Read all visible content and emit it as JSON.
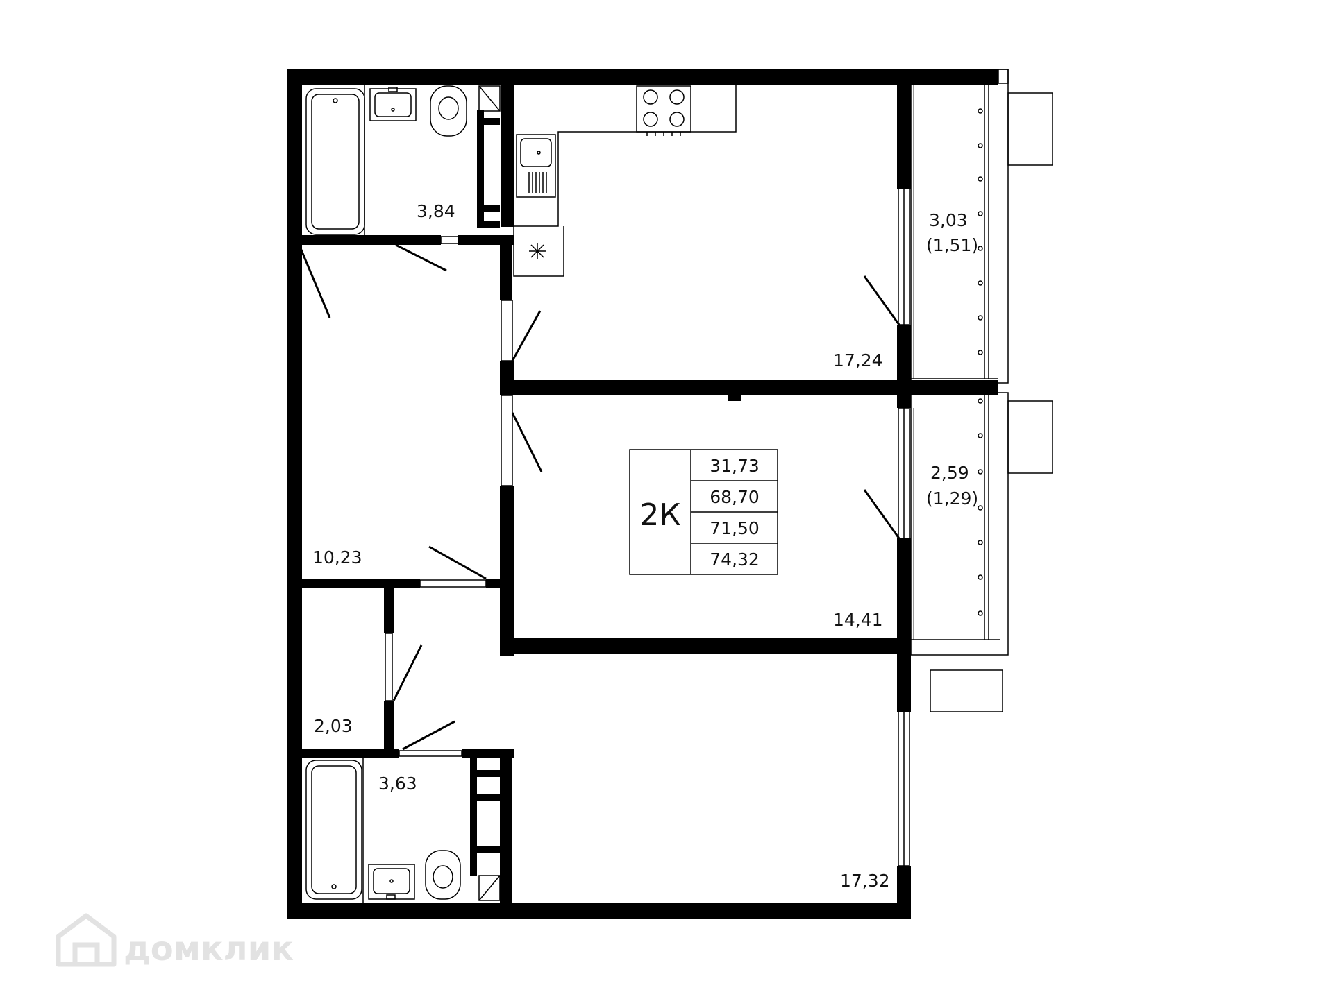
{
  "rooms": {
    "bathroom_1": "3,84",
    "kitchen": "17,24",
    "balcony_1_area": "3,03",
    "balcony_1_reduced": "(1,51)",
    "hall": "10,23",
    "bedroom_1": "14,41",
    "balcony_2_area": "2,59",
    "balcony_2_reduced": "(1,29)",
    "storage": "2,03",
    "bathroom_2": "3,63",
    "bedroom_2": "17,32"
  },
  "summary": {
    "rooms_label": "2К",
    "values": [
      "31,73",
      "68,70",
      "71,50",
      "74,32"
    ]
  },
  "watermark": {
    "text": "домклик"
  },
  "colors": {
    "wall": "#000000",
    "watermark": "#e2e2e2"
  },
  "icons": [
    "bathtub-icon",
    "sink-icon",
    "toilet-icon",
    "stove-icon",
    "ventilation-icon",
    "house-logo-icon"
  ]
}
